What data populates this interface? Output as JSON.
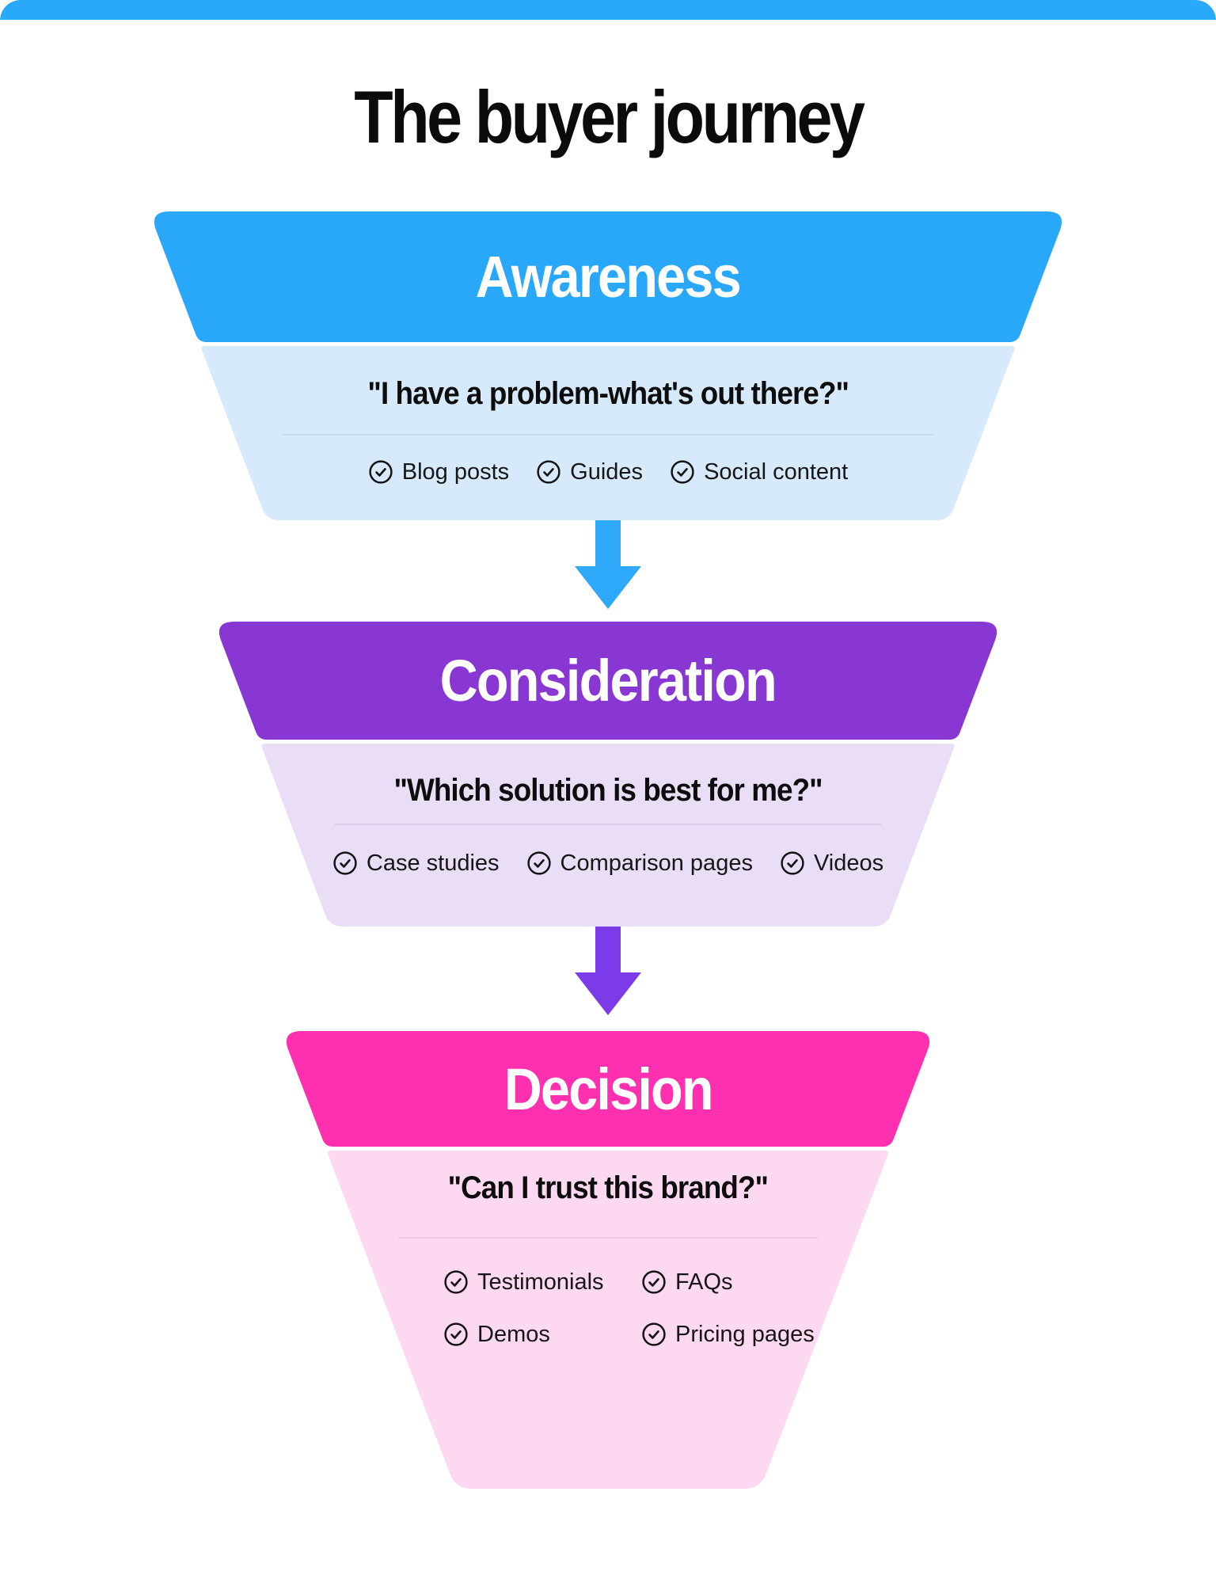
{
  "page": {
    "title": "The buyer journey",
    "topbar_color": "#2AA9FA"
  },
  "stages": [
    {
      "label": "Awareness",
      "quote": "\"I have a problem-what's out there?\"",
      "items": [
        "Blog posts",
        "Guides",
        "Social content"
      ],
      "colors": {
        "header": "#29A8F9",
        "body": "#D7EAFC",
        "divider": "#C3DCF2",
        "arrow": "#2EA8F8"
      }
    },
    {
      "label": "Consideration",
      "quote": "\"Which solution is best for me?\"",
      "items": [
        "Case studies",
        "Comparison pages",
        "Videos"
      ],
      "colors": {
        "header": "#8937D3",
        "body": "#E9DEF5",
        "divider": "#D8C8EB",
        "arrow": "#7C3BE8"
      }
    },
    {
      "label": "Decision",
      "quote": "\"Can I trust this brand?\"",
      "items": [
        "Testimonials",
        "FAQs",
        "Demos",
        "Pricing pages"
      ],
      "colors": {
        "header": "#FF30AF",
        "body": "#FDD8F1",
        "divider": "#F6C4E5"
      }
    }
  ]
}
